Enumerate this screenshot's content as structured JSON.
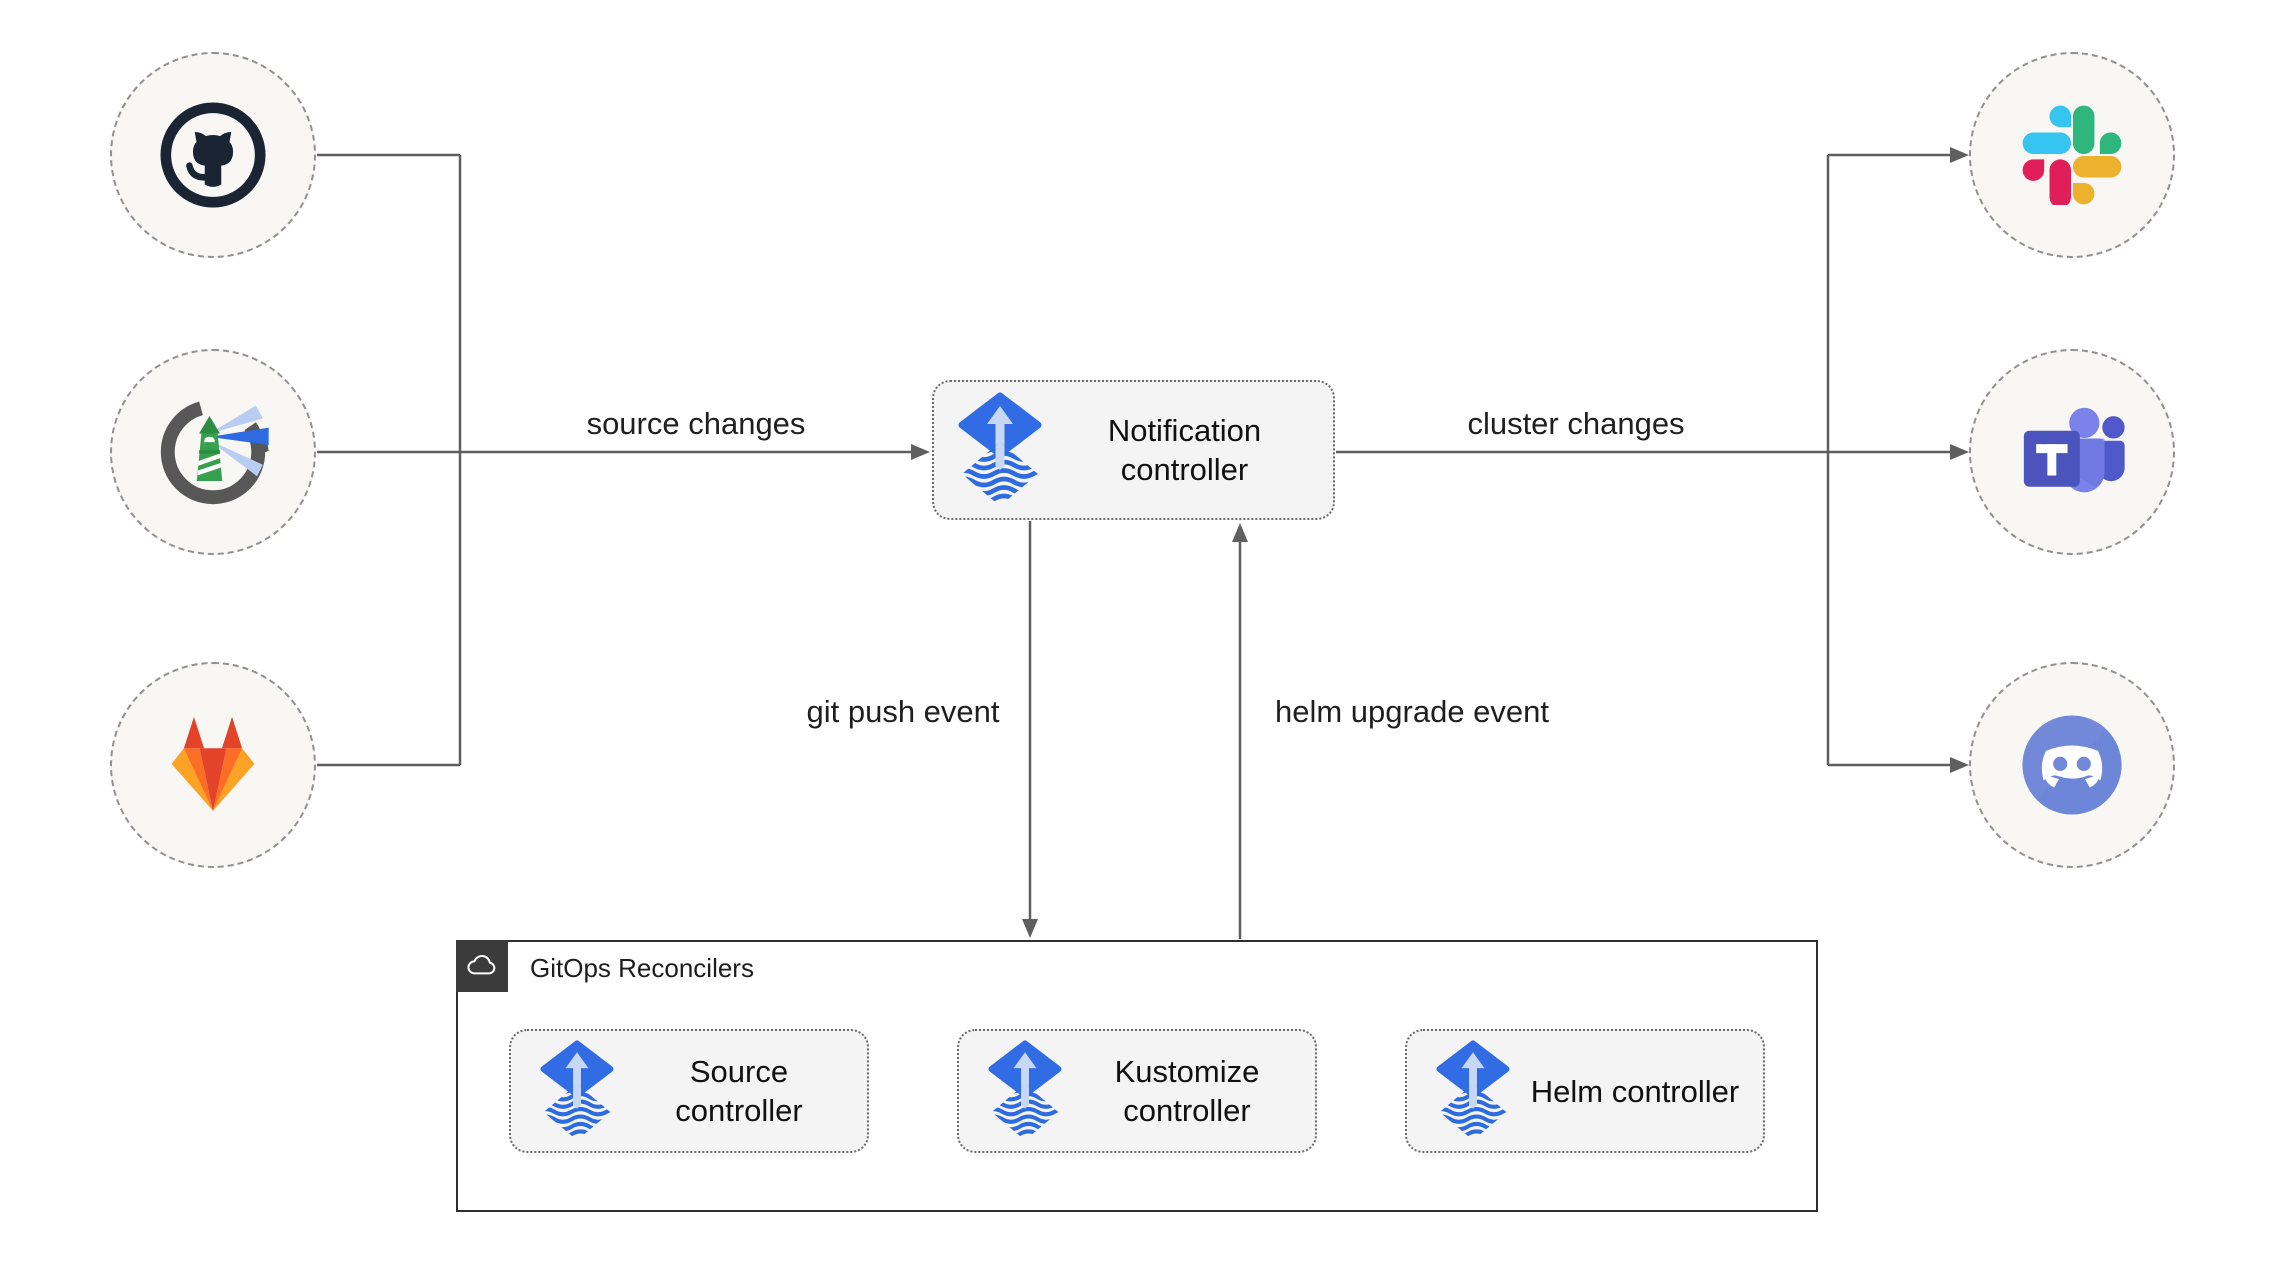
{
  "nodes": {
    "notification": {
      "label": "Notification controller",
      "icon": "flux-icon"
    },
    "source": {
      "label": "Source controller",
      "icon": "flux-icon"
    },
    "kustomize": {
      "label": "Kustomize controller",
      "icon": "flux-icon"
    },
    "helm": {
      "label": "Helm controller",
      "icon": "flux-icon"
    }
  },
  "group": {
    "label": "GitOps Reconcilers",
    "icon": "cloud-icon"
  },
  "edges": {
    "source_changes": {
      "label": "source changes"
    },
    "cluster_changes": {
      "label": "cluster changes"
    },
    "git_push": {
      "label": "git push event"
    },
    "helm_upgrade": {
      "label": "helm upgrade event"
    }
  },
  "endpoints": {
    "left": [
      {
        "icon": "github-icon"
      },
      {
        "icon": "harbor-icon"
      },
      {
        "icon": "gitlab-icon"
      }
    ],
    "right": [
      {
        "icon": "slack-icon"
      },
      {
        "icon": "teams-icon"
      },
      {
        "icon": "discord-icon"
      }
    ]
  },
  "colors": {
    "flux_blue": "#316CE4",
    "flux_light": "#C7D7F4",
    "line_gray": "#5f5f5f",
    "node_bg": "#f4f4f4",
    "circle_bg": "#f8f7f4",
    "github_dark": "#1a2433",
    "harbor_green": "#35a14e",
    "gitlab_red": "#e24329",
    "gitlab_orange": "#fc6d26",
    "gitlab_yellow": "#fca326",
    "slack_blue": "#36C5F0",
    "slack_green": "#2EB67D",
    "slack_red": "#E01E5A",
    "slack_yellow": "#ECB22E",
    "teams_purple": "#4B53BC",
    "teams_light": "#7B83EB",
    "discord_blurple": "#7289DA"
  }
}
